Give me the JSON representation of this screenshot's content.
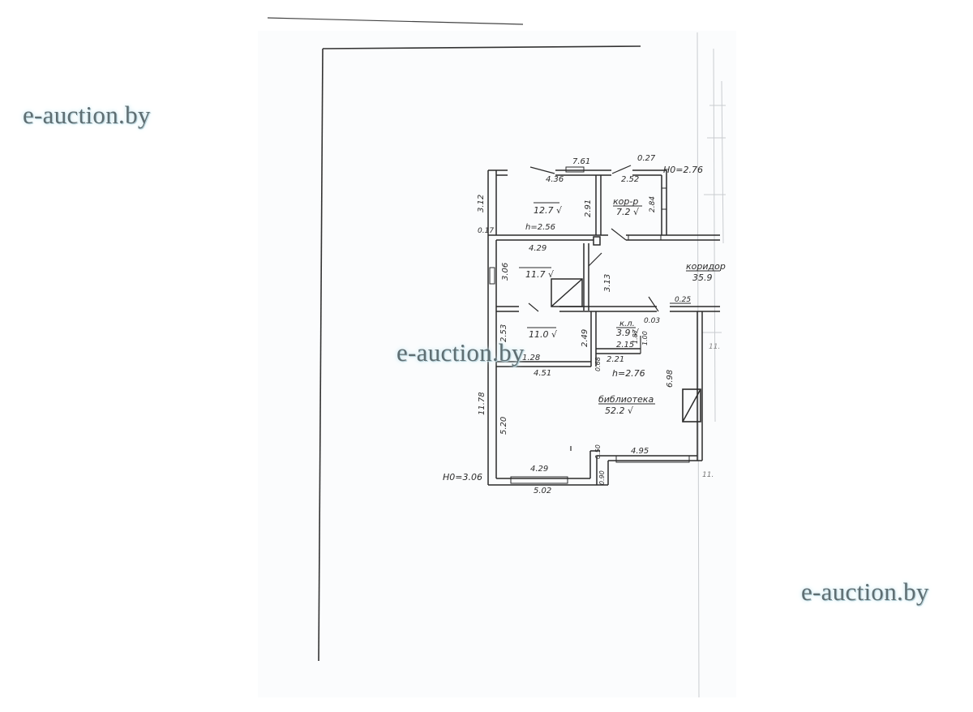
{
  "watermark": {
    "text": "e-auction.by"
  },
  "plan": {
    "dims": {
      "top_761": "7.61",
      "top_436": "4.36",
      "top_027": "0.27",
      "top_252": "2.52",
      "h0_top": "Н0=2.76",
      "left_312": "3.12",
      "left_017": "0.17",
      "r1_area": "12.7 √",
      "r1_h": "h=2.56",
      "r1_291": "2.91",
      "corr_label": "кор-р",
      "corr_area": "7.2 √",
      "corr_284": "2.84",
      "r2_429": "4.29",
      "r2_306": "3.06",
      "r2_area": "11.7 √",
      "r2_313": "3.13",
      "koridor_label": "коридор",
      "koridor_area": "35.9",
      "r3_253": "2.53",
      "r3_area": "11.0 √",
      "r3_249": "2.49",
      "r3_128": "1.28",
      "r3_451": "4.51",
      "kl_label": "к.л.",
      "kl_area": "3.9 √",
      "kl_003": "0.03",
      "kl_187": "1.87",
      "kl_100": "1.00",
      "kl_215": "2.15",
      "kl_221": "2.21",
      "kl_068": "0.68",
      "kl_025": "0.25",
      "h_276": "h=2.76",
      "d_698": "6.98",
      "lib_label": "библиотека",
      "lib_area": "52.2 √",
      "left_1178": "11.78",
      "d_520": "5.20",
      "d_050": "0.50",
      "d_495": "4.95",
      "d_429b": "4.29",
      "d_090": "0.90",
      "d_502": "5.02",
      "h0_bottom": "Н0=3.06",
      "d_11": "11.",
      "d_11b": "11."
    }
  }
}
